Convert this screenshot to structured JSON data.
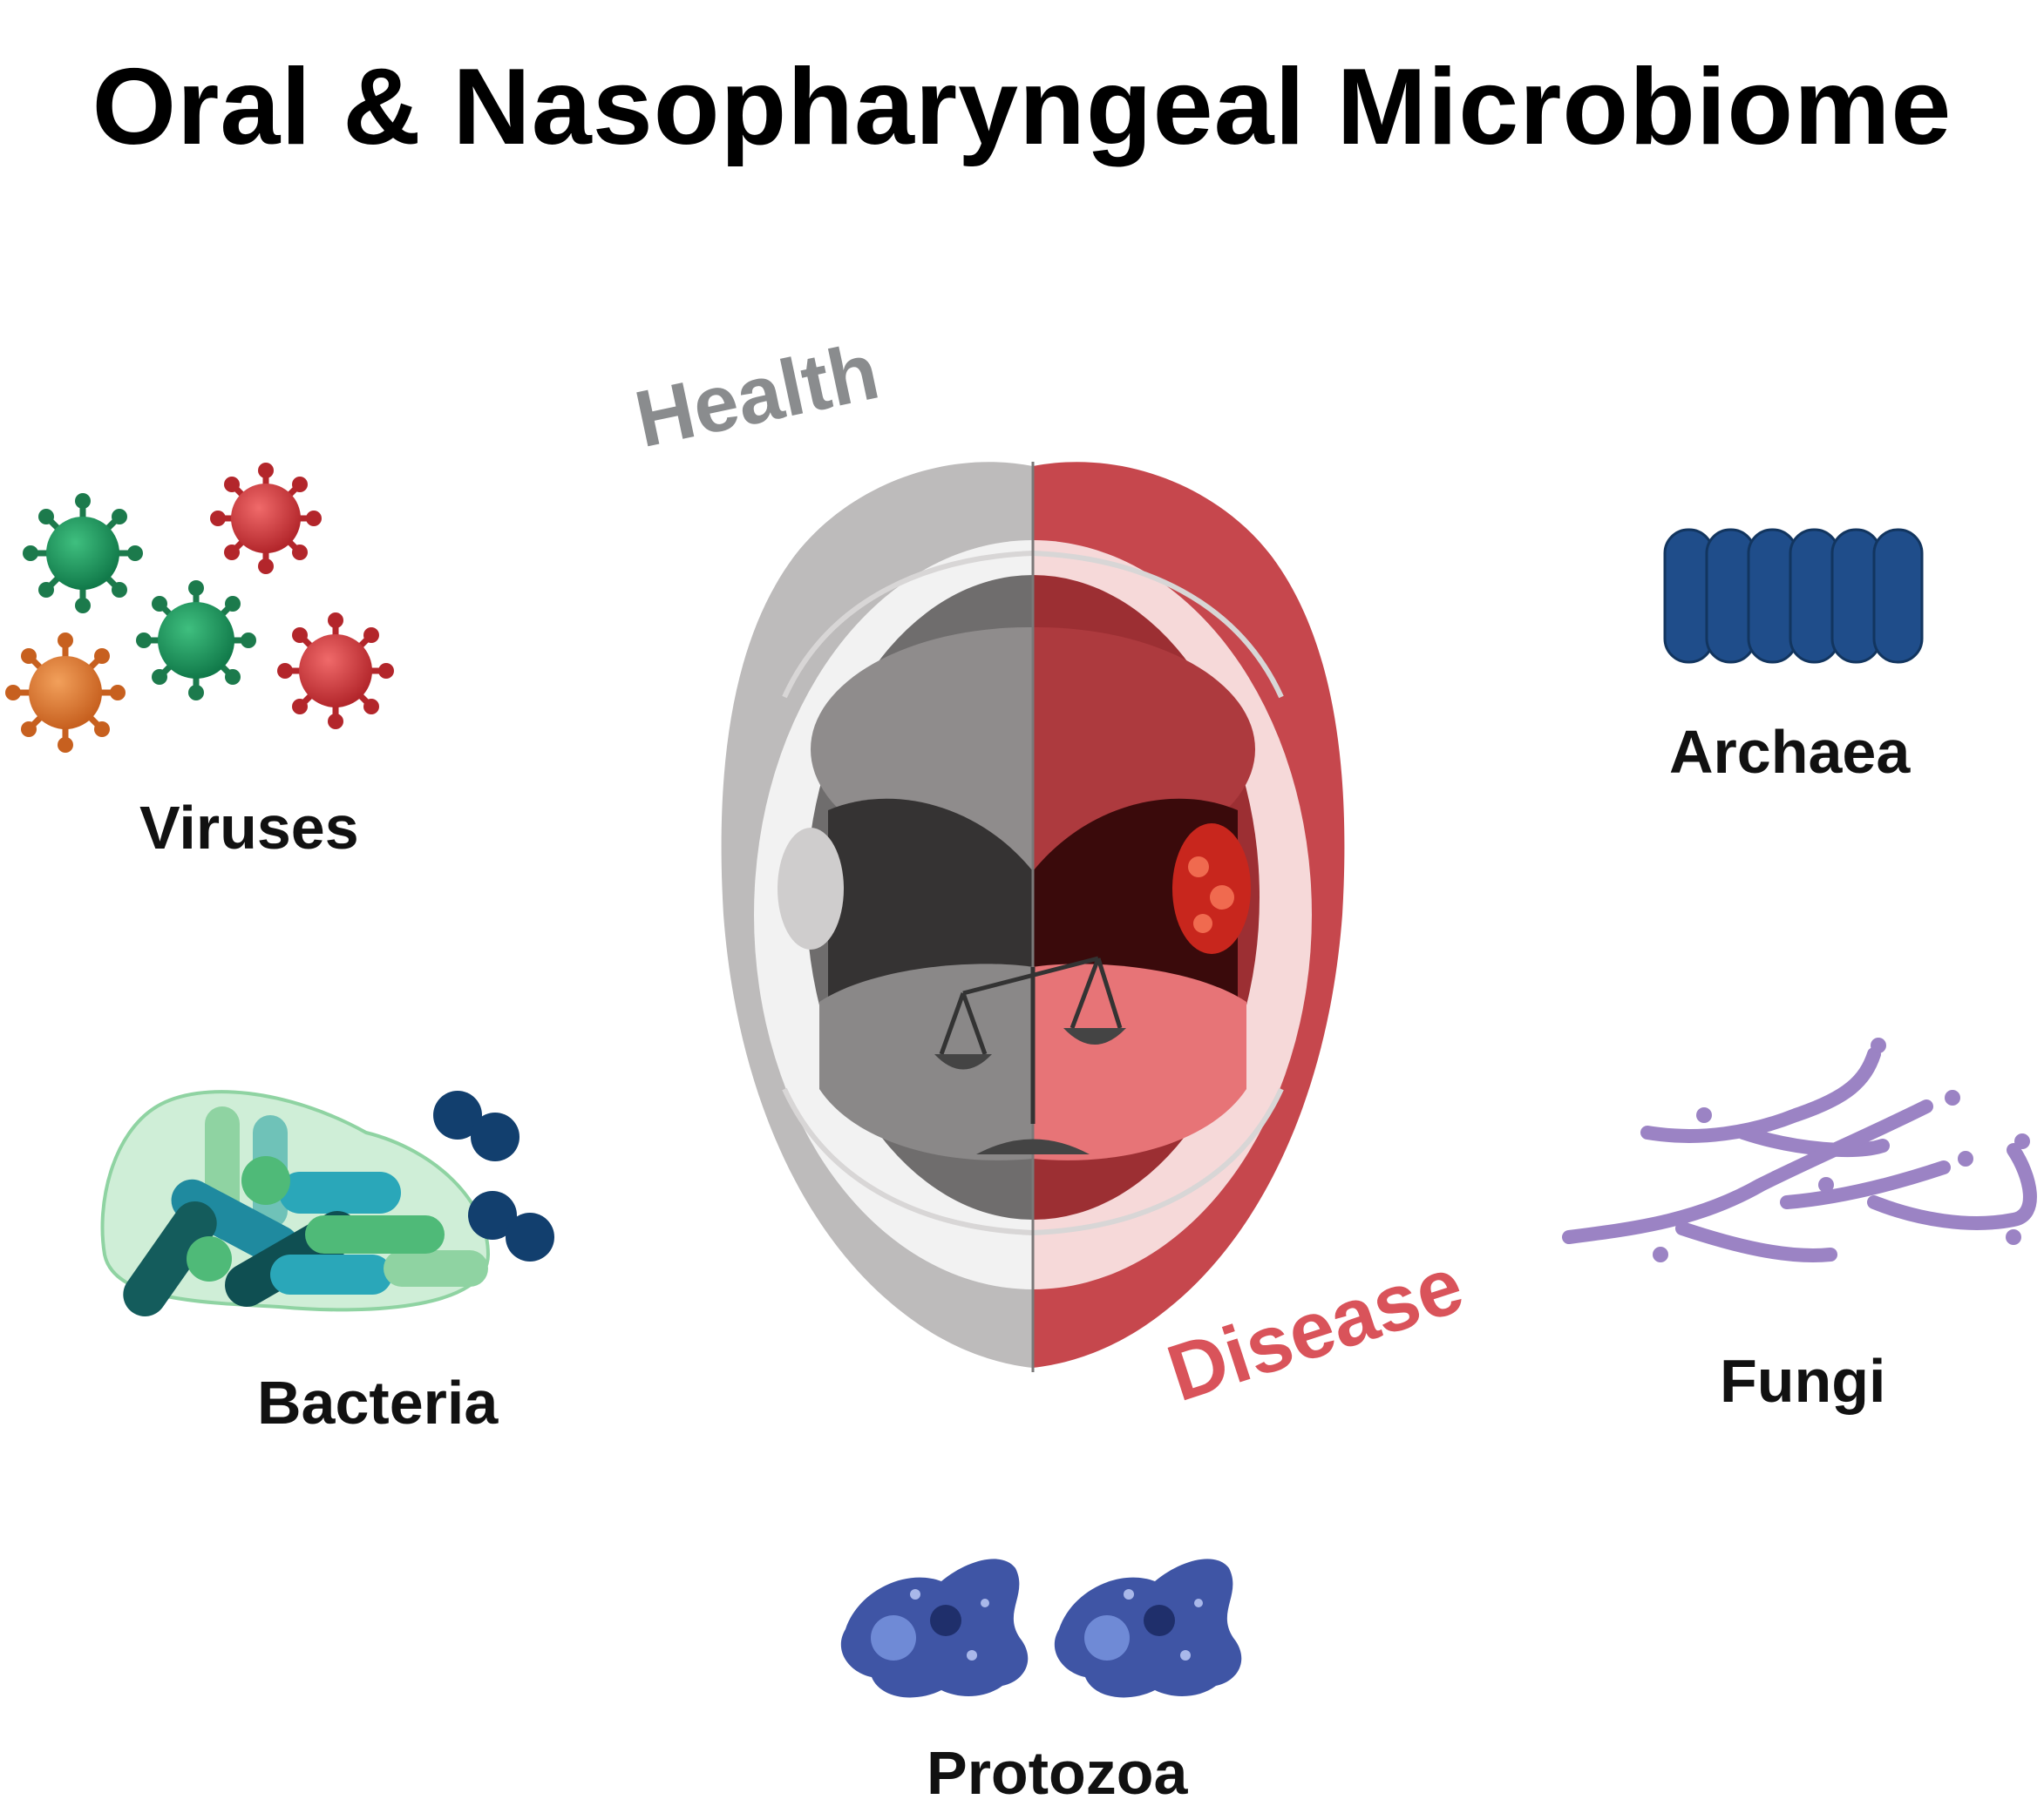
{
  "title": "Oral & Nasopharyngeal Microbiome",
  "center": {
    "health_label": "Health",
    "disease_label": "Disease",
    "health_color": "#8a8c8e",
    "disease_color": "#d9535a"
  },
  "microbes": {
    "viruses": "Viruses",
    "archaea": "Archaea",
    "bacteria": "Bacteria",
    "fungi": "Fungi",
    "protozoa": "Protozoa"
  },
  "icons": {
    "viruses": "virus-icon",
    "archaea": "archaea-icon",
    "bacteria": "bacteria-icon",
    "fungi": "fungi-icon",
    "protozoa": "protozoa-icon",
    "balance": "balance-scale-icon"
  }
}
